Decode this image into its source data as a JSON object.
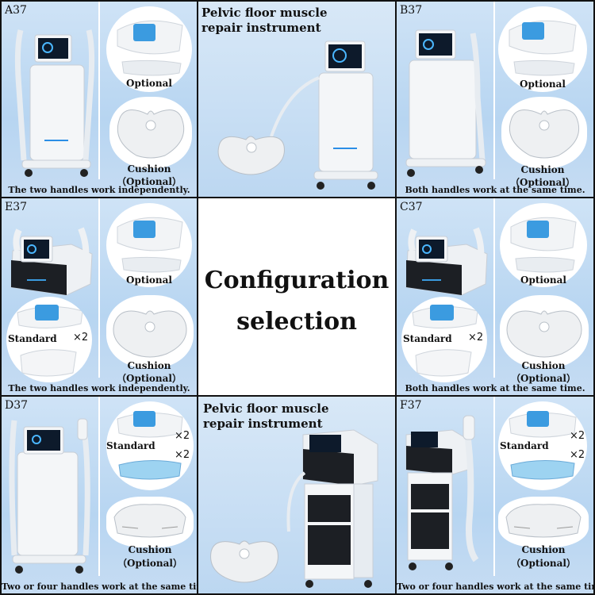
{
  "center": {
    "line1": "Configuration",
    "line2": "selection"
  },
  "cells": {
    "a37": {
      "code": "A37",
      "optional": "Optional",
      "cushion": "Cushion",
      "cushion_opt": "（Optional）",
      "caption": "The two handles work independently."
    },
    "top_middle": {
      "title_line1": "Pelvic floor muscle",
      "title_line2": "repair instrument"
    },
    "b37": {
      "code": "B37",
      "optional": "Optional",
      "cushion": "Cushion",
      "cushion_opt": "（Optional）",
      "caption": "Both handles work at the same time."
    },
    "e37": {
      "code": "E37",
      "optional": "Optional",
      "standard": "Standard",
      "times": "×2",
      "cushion": "Cushion",
      "cushion_opt": "（Optional）",
      "caption": "The two handles work independently."
    },
    "c37": {
      "code": "C37",
      "optional": "Optional",
      "standard": "Standard",
      "times": "×2",
      "cushion": "Cushion",
      "cushion_opt": "（Optional）",
      "caption": "Both handles work at the same time."
    },
    "d37": {
      "code": "D37",
      "standard": "Standard",
      "times_a": "×2",
      "times_b": "×2",
      "cushion": "Cushion",
      "cushion_opt": "（Optional）",
      "caption": "Two or four handles work at the same time"
    },
    "bottom_middle": {
      "title_line1": "Pelvic floor muscle",
      "title_line2": "repair instrument"
    },
    "f37": {
      "code": "F37",
      "standard": "Standard",
      "times_a": "×2",
      "times_b": "×2",
      "cushion": "Cushion",
      "cushion_opt": "（Optional）",
      "caption": "Two or four handles work at the same time."
    }
  },
  "colors": {
    "background": "#b7d5f1",
    "handle_blue": "#3b9be0",
    "screen": "#0d1a2b",
    "grid": "#111111"
  }
}
